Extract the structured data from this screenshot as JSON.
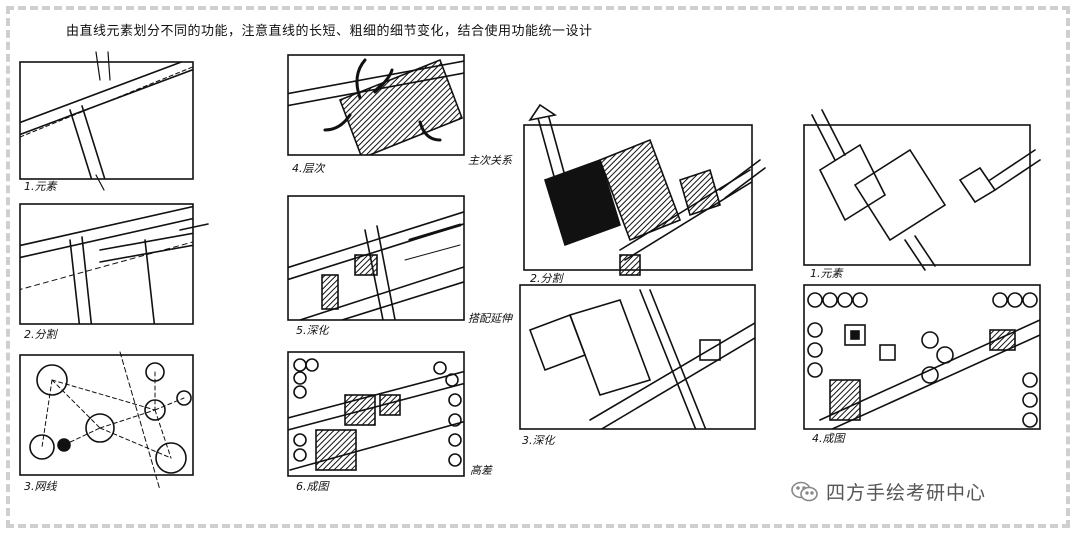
{
  "heading": "由直线元素划分不同的功能，注意直线的长短、粗细的细节变化，结合使用功能统一设计",
  "panels": {
    "c1_1": "1.元素",
    "c1_2": "2.分割",
    "c1_3": "3.网线",
    "c2_1": "4.层次",
    "c2_1_side": "主次关系",
    "c2_2": "5.深化",
    "c2_2_side": "搭配延伸",
    "c2_3": "6.成图",
    "c2_3_side": "高差",
    "c3_1": "2.分割",
    "c3_2": "3.深化",
    "c4_1": "1.元素",
    "c4_2": "4.成图"
  },
  "watermark": {
    "icon": "wechat-icon",
    "text": "四方手绘考研中心"
  }
}
